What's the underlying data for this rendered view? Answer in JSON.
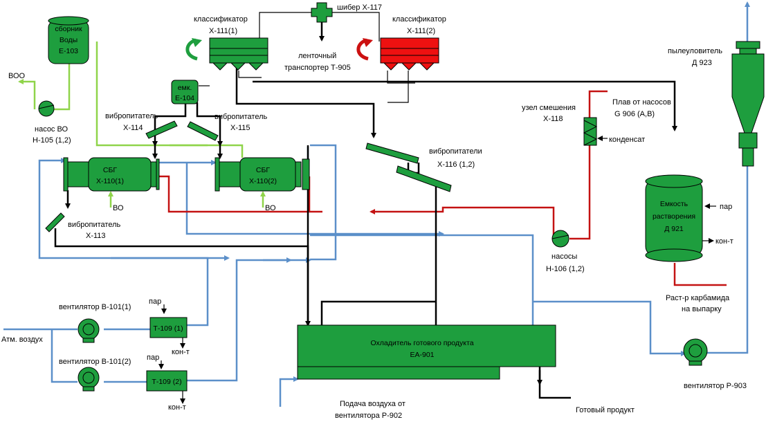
{
  "labels": {
    "e103_line1": "сборник",
    "e103_line2": "Воды",
    "e103_line3": "Е-103",
    "voo": "ВОО",
    "pump_h105_line1": "насос ВО",
    "pump_h105_line2": "Н-105 (1,2)",
    "x111_1_line1": "классификатор",
    "x111_1_line2": "Х-111(1)",
    "x117": "шибер Х-117",
    "x111_2_line1": "классификатор",
    "x111_2_line2": "Х-111(2)",
    "t905_line1": "ленточный",
    "t905_line2": "транспортер Т-905",
    "e104_line1": "емк.",
    "e104_line2": "Е-104",
    "x114_line1": "вибропитатель",
    "x114_line2": "Х-114",
    "x115_line1": "вибропитатель",
    "x115_line2": "Х-115",
    "sbg1_line1": "СБГ",
    "sbg1_line2": "Х-110(1)",
    "sbg2_line1": "СБГ",
    "sbg2_line2": "Х-110(2)",
    "vo1": "ВО",
    "vo2": "ВО",
    "x113_line1": "вибропитатель",
    "x113_line2": "Х-113",
    "x116_line1": "вибропитатели",
    "x116_line2": "Х-116 (1,2)",
    "x118_line1": "узел смешения",
    "x118_line2": "Х-118",
    "g906_line1": "Плав от насосов",
    "g906_line2": "G 906 (А,В)",
    "condensate": "конденсат",
    "d923_line1": "пылеуловитель",
    "d923_line2": "Д 923",
    "d921_line1": "Емкость",
    "d921_line2": "растворения",
    "d921_line3": "Д 921",
    "steam_d921": "пар",
    "cond_d921": "кон-т",
    "pump_h106_line1": "насосы",
    "pump_h106_line2": "Н-106 (1,2)",
    "urea_line1": "Раст-р карбамида",
    "urea_line2": "на выпарку",
    "fan_b101_1": "вентилятор В-101(1)",
    "fan_b101_2": "вентилятор В-101(2)",
    "atm_air": "Атм. воздух",
    "steam_t109_1": "пар",
    "t109_1": "Т-109 (1)",
    "cond_t109_1": "кон-т",
    "steam_t109_2": "пар",
    "t109_2": "Т-109 (2)",
    "cond_t109_2": "кон-т",
    "ea901_line1": "Охладитель готового продукта",
    "ea901_line2": "ЕА-901",
    "p902_line1": "Подача воздуха от",
    "p902_line2": "вентилятора Р-902",
    "product": "Готовый продукт",
    "fan_p903": "вентилятор Р-903"
  },
  "colors": {
    "equipment_green": "#1e9e3e",
    "equipment_red": "#ee1111",
    "solids_line": "#000000",
    "air_line": "#5b8fc9",
    "melt_line": "#c41212",
    "water_line": "#8fd44a"
  }
}
